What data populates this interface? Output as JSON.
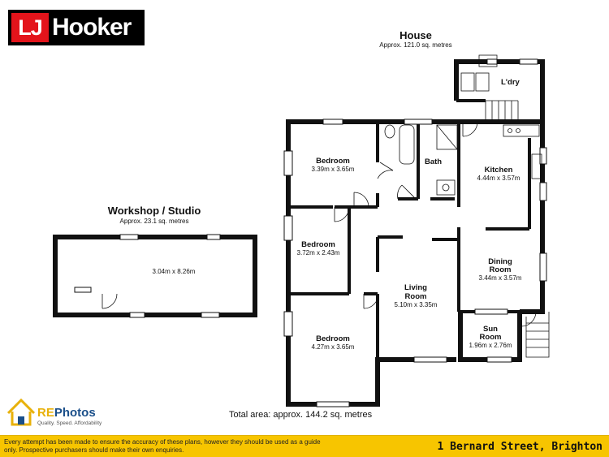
{
  "brand": {
    "badge": "LJ",
    "name": "Hooker"
  },
  "house": {
    "title": "House",
    "area": "Approx. 121.0 sq. metres"
  },
  "workshop": {
    "title": "Workshop / Studio",
    "area": "Approx. 23.1 sq. metres",
    "dims": "3.04m x 8.26m"
  },
  "rooms": {
    "laundry": {
      "label": "L'dry"
    },
    "bath": {
      "label": "Bath"
    },
    "kitchen": {
      "label": "Kitchen",
      "dims": "4.44m x 3.57m"
    },
    "bedroom1": {
      "label": "Bedroom",
      "dims": "3.39m x 3.65m"
    },
    "bedroom2": {
      "label": "Bedroom",
      "dims": "3.72m x 2.43m"
    },
    "bedroom3": {
      "label": "Bedroom",
      "dims": "4.27m x 3.65m"
    },
    "dining": {
      "label1": "Dining",
      "label2": "Room",
      "dims": "3.44m x 3.57m"
    },
    "living": {
      "label1": "Living",
      "label2": "Room",
      "dims": "5.10m x 3.35m"
    },
    "sun": {
      "label1": "Sun",
      "label2": "Room",
      "dims": "1.96m x 2.76m"
    }
  },
  "total_area": "Total area: approx. 144.2 sq. metres",
  "rephotos": {
    "word_a": "RE",
    "word_b": "Photos",
    "tagline": "Quality. Speed. Affordability"
  },
  "footer": {
    "disclaimer": "Every attempt has been made to ensure the accuracy of these plans, however they should be used as a guide only.  Prospective purchasers should make their own enquiries.",
    "address": "1 Bernard Street, Brighton"
  },
  "colors": {
    "wall": "#111111",
    "footer_bg": "#f7c500",
    "brand_red": "#e3141b"
  }
}
